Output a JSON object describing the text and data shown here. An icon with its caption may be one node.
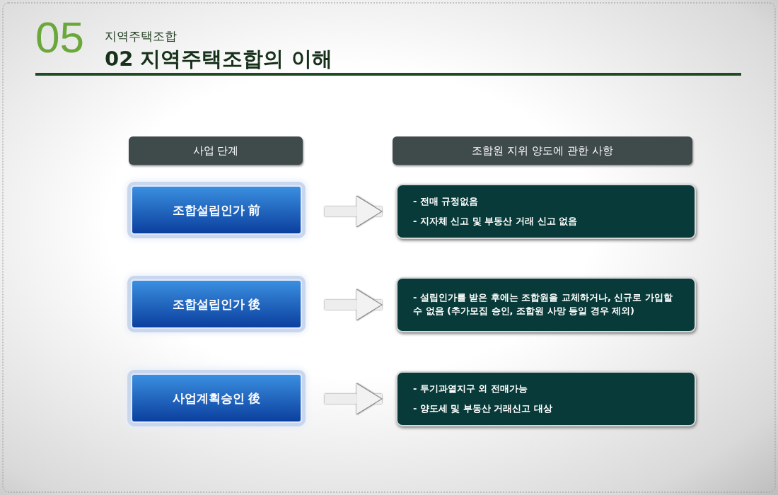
{
  "diagram": {
    "title": "02 지역주택조합의 이해",
    "nodes": [
      {
        "text": [
          "사업 단계"
        ]
      },
      {
        "text": [
          "조합원 지위 양도에 관한 사항"
        ]
      },
      {
        "text": [
          "조합설립인가 前"
        ]
      },
      {
        "text": [
          "- 전매 규정없음",
          "- 지자체 신고 및 부동산 거래 신고 없음"
        ]
      },
      {
        "text": [
          "조합설립인가 後"
        ]
      },
      {
        "text": [
          "- 설립인가를 받은 후에는 조합원을 교체하거나, 신규로 가입할 수 없음 (추가모집 승인, 조합원 사망 등일 경우 제외)"
        ]
      },
      {
        "text": [
          "사업계획승인 後"
        ]
      },
      {
        "text": [
          "- 투기과열지구 외 전매가능",
          "- 양도세 및 부동산 거래신고 대상"
        ]
      }
    ],
    "edges": [
      {
        "from": 2,
        "to": 3,
        "arrow": "to"
      },
      {
        "from": 4,
        "to": 5,
        "arrow": "to"
      },
      {
        "from": 6,
        "to": 7,
        "arrow": "to"
      }
    ],
    "labels": [
      "05",
      "지역주택조합"
    ]
  }
}
